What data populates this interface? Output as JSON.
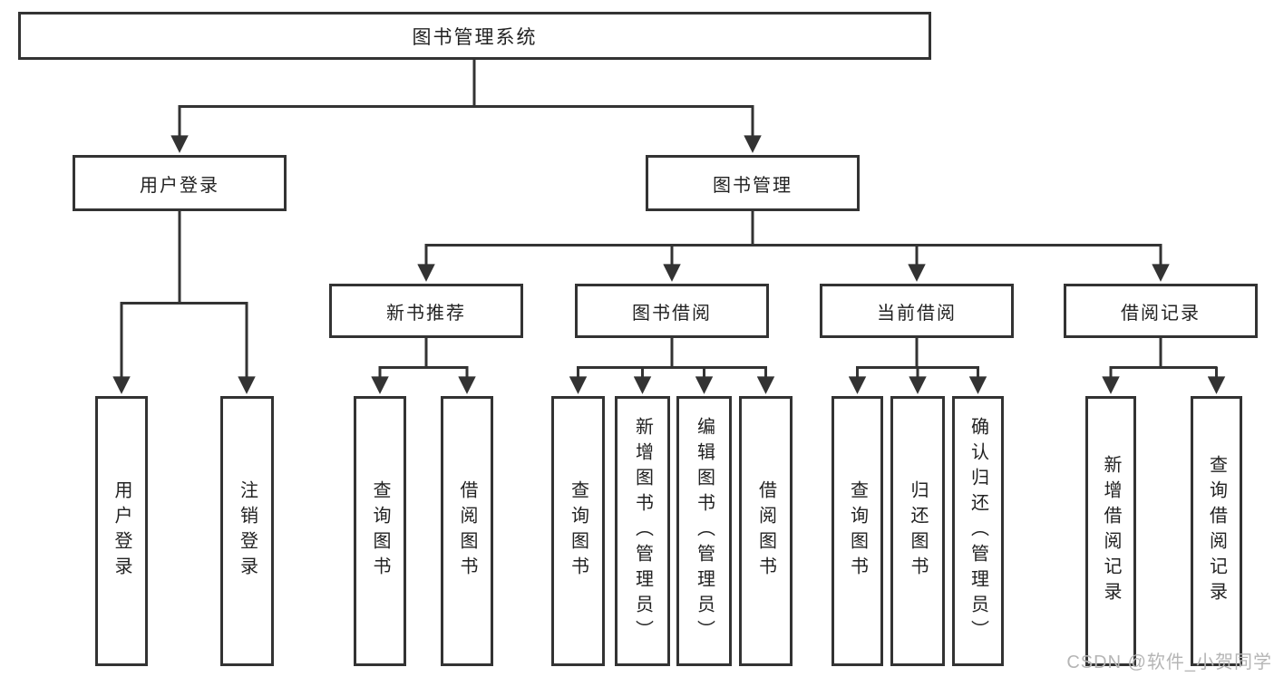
{
  "diagram": {
    "type": "tree",
    "line_color": "#333333",
    "nodes": {
      "root": "图书管理系统",
      "user_login": "用户登录",
      "book_management": "图书管理",
      "new_books": "新书推荐",
      "book_borrowing": "图书借阅",
      "current_borrowing": "当前借阅",
      "borrowing_records": "借阅记录",
      "leaf_user_login": "用户登录",
      "leaf_logout": "注销登录",
      "leaf_newbooks_query": "查询图书",
      "leaf_newbooks_borrow": "借阅图书",
      "leaf_borrowing_query": "查询图书",
      "leaf_borrowing_add": "新增图书（管理员）",
      "leaf_borrowing_edit": "编辑图书（管理员）",
      "leaf_borrowing_borrow": "借阅图书",
      "leaf_current_query": "查询图书",
      "leaf_current_return": "归还图书",
      "leaf_current_confirm": "确认归还（管理员）",
      "leaf_records_add": "新增借阅记录",
      "leaf_records_query": "查询借阅记录"
    },
    "edges": [
      "root->user_login",
      "root->book_management",
      "user_login->leaf_user_login",
      "user_login->leaf_logout",
      "book_management->new_books",
      "book_management->book_borrowing",
      "book_management->current_borrowing",
      "book_management->borrowing_records",
      "new_books->leaf_newbooks_query",
      "new_books->leaf_newbooks_borrow",
      "book_borrowing->leaf_borrowing_query",
      "book_borrowing->leaf_borrowing_add",
      "book_borrowing->leaf_borrowing_edit",
      "book_borrowing->leaf_borrowing_borrow",
      "current_borrowing->leaf_current_query",
      "current_borrowing->leaf_current_return",
      "current_borrowing->leaf_current_confirm",
      "borrowing_records->leaf_records_add",
      "borrowing_records->leaf_records_query"
    ]
  },
  "watermark": {
    "text": "CSDN @软件_小贺同学",
    "color": "#b5b5b5"
  }
}
